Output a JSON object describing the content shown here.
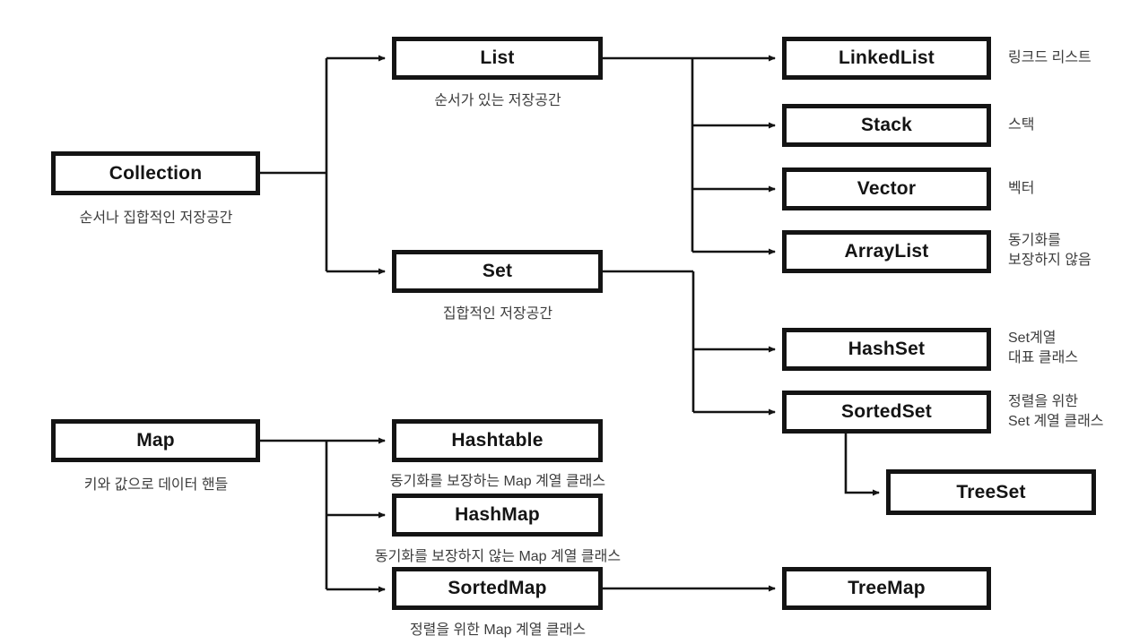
{
  "nodes": {
    "collection": {
      "label": "Collection",
      "caption": "순서나 집합적인 저장공간"
    },
    "list": {
      "label": "List",
      "caption": "순서가 있는 저장공간"
    },
    "set": {
      "label": "Set",
      "caption": "집합적인 저장공간"
    },
    "linkedlist": {
      "label": "LinkedList",
      "note": "링크드 리스트"
    },
    "stack": {
      "label": "Stack",
      "note": "스택"
    },
    "vector": {
      "label": "Vector",
      "note": "벡터"
    },
    "arraylist": {
      "label": "ArrayList",
      "note": "동기화를\n보장하지 않음"
    },
    "hashset": {
      "label": "HashSet",
      "note": "Set계열\n대표 클래스"
    },
    "sortedset": {
      "label": "SortedSet",
      "note": "정렬을 위한\nSet 계열 클래스"
    },
    "treeset": {
      "label": "TreeSet"
    },
    "map": {
      "label": "Map",
      "caption": "키와 값으로 데이터 핸들"
    },
    "hashtable": {
      "label": "Hashtable",
      "caption": "동기화를 보장하는 Map 계열 클래스"
    },
    "hashmap": {
      "label": "HashMap",
      "caption": "동기화를 보장하지 않는 Map 계열 클래스"
    },
    "sortedmap": {
      "label": "SortedMap",
      "caption": "정렬을 위한 Map 계열 클래스"
    },
    "treemap": {
      "label": "TreeMap"
    }
  },
  "colors": {
    "line": "#141414",
    "box_border": "#141414",
    "box_label": "#141414",
    "annotation": "#3d3d3d",
    "background": "#ffffff"
  }
}
